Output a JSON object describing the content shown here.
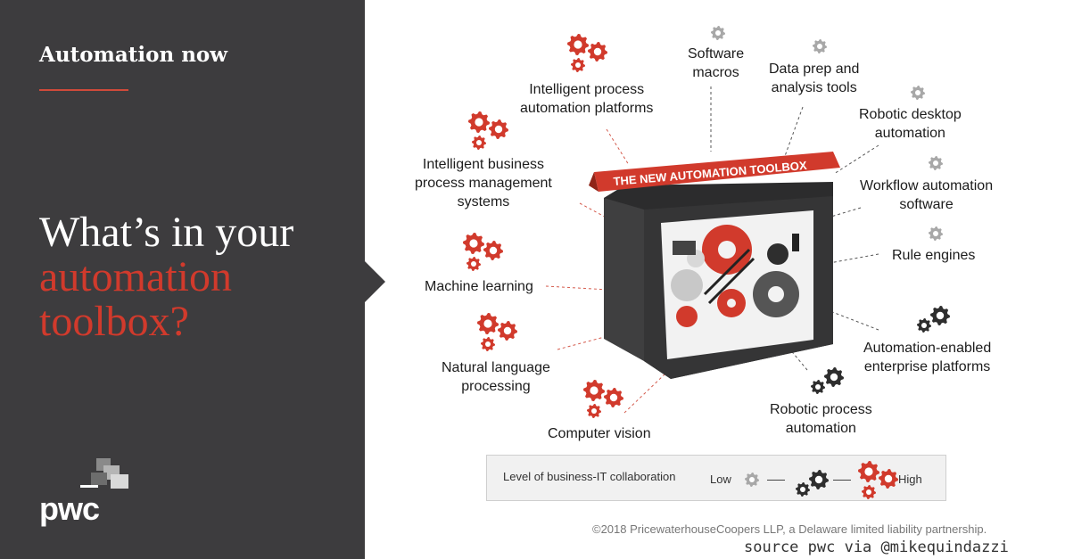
{
  "left": {
    "kicker": "Automation now",
    "headline_line1": "What’s in your",
    "headline_line2": "automation",
    "headline_line3": "toolbox?",
    "logo_text": "pwc"
  },
  "toolbox_banner": "THE NEW AUTOMATION TOOLBOX",
  "tools": [
    {
      "id": "ipap",
      "lines": [
        "Intelligent process",
        "automation platforms"
      ],
      "level": "high"
    },
    {
      "id": "macros",
      "lines": [
        "Software",
        "macros"
      ],
      "level": "low"
    },
    {
      "id": "dataprep",
      "lines": [
        "Data prep and",
        "analysis tools"
      ],
      "level": "low"
    },
    {
      "id": "rda",
      "lines": [
        "Robotic desktop",
        "automation"
      ],
      "level": "low"
    },
    {
      "id": "ibpm",
      "lines": [
        "Intelligent business",
        "process management",
        "systems"
      ],
      "level": "high"
    },
    {
      "id": "workflow",
      "lines": [
        "Workflow automation",
        "software"
      ],
      "level": "low"
    },
    {
      "id": "rules",
      "lines": [
        "Rule engines"
      ],
      "level": "low"
    },
    {
      "id": "ml",
      "lines": [
        "Machine learning"
      ],
      "level": "high"
    },
    {
      "id": "aep",
      "lines": [
        "Automation-enabled",
        "enterprise platforms"
      ],
      "level": "medium"
    },
    {
      "id": "nlp",
      "lines": [
        "Natural language",
        "processing"
      ],
      "level": "high"
    },
    {
      "id": "rpa",
      "lines": [
        "Robotic process",
        "automation"
      ],
      "level": "medium"
    },
    {
      "id": "cv",
      "lines": [
        "Computer vision"
      ],
      "level": "high"
    }
  ],
  "legend": {
    "label": "Level of business-IT collaboration",
    "low": "Low",
    "high": "High"
  },
  "colors": {
    "panel": "#3d3c3e",
    "accent_red": "#d13a2c",
    "gear_gray": "#a8a8a8",
    "gear_dark": "#2e2e2e"
  },
  "footer": {
    "copyright": "©2018 PricewaterhouseCoopers LLP, a Delaware limited liability partnership.",
    "source": "source pwc via @mikequindazzi"
  }
}
